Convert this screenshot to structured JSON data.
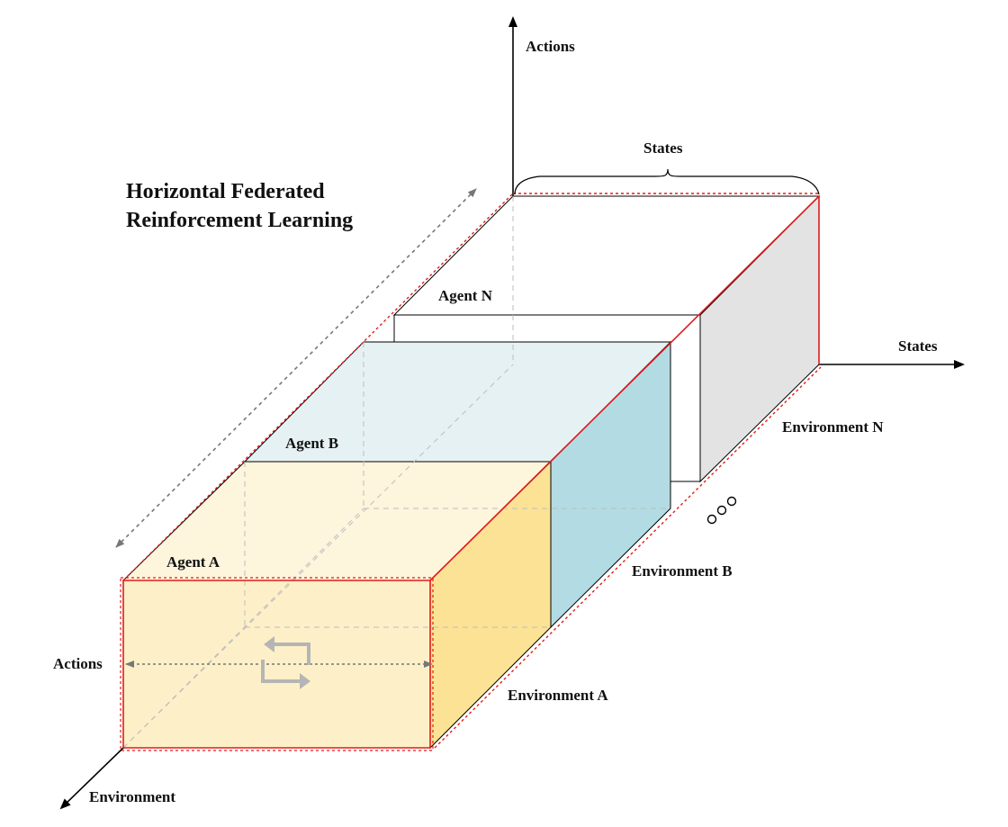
{
  "title": {
    "line1": "Horizontal Federated",
    "line2": "Reinforcement Learning"
  },
  "axes": {
    "actions_top": "Actions",
    "states_right": "States",
    "environment_bottom": "Environment",
    "actions_left": "Actions",
    "states_brace": "States"
  },
  "agents": {
    "a": "Agent A",
    "b": "Agent B",
    "n": "Agent N"
  },
  "environments": {
    "a": "Environment A",
    "b": "Environment B",
    "n": "Environment N"
  },
  "ellipsis_icon": "three-circles-ellipsis",
  "exchange_icon": "swap-arrows-icon",
  "colors": {
    "agent_a_fill": "#fdf0c8",
    "agent_a_side": "#fce294",
    "agent_b_fill": "#e6f1f4",
    "agent_b_side": "#b3dbe4",
    "agent_n_side": "#e3e3e3",
    "federation_outline": "#e01b1b",
    "guide_lines": "#bdbdbd"
  }
}
